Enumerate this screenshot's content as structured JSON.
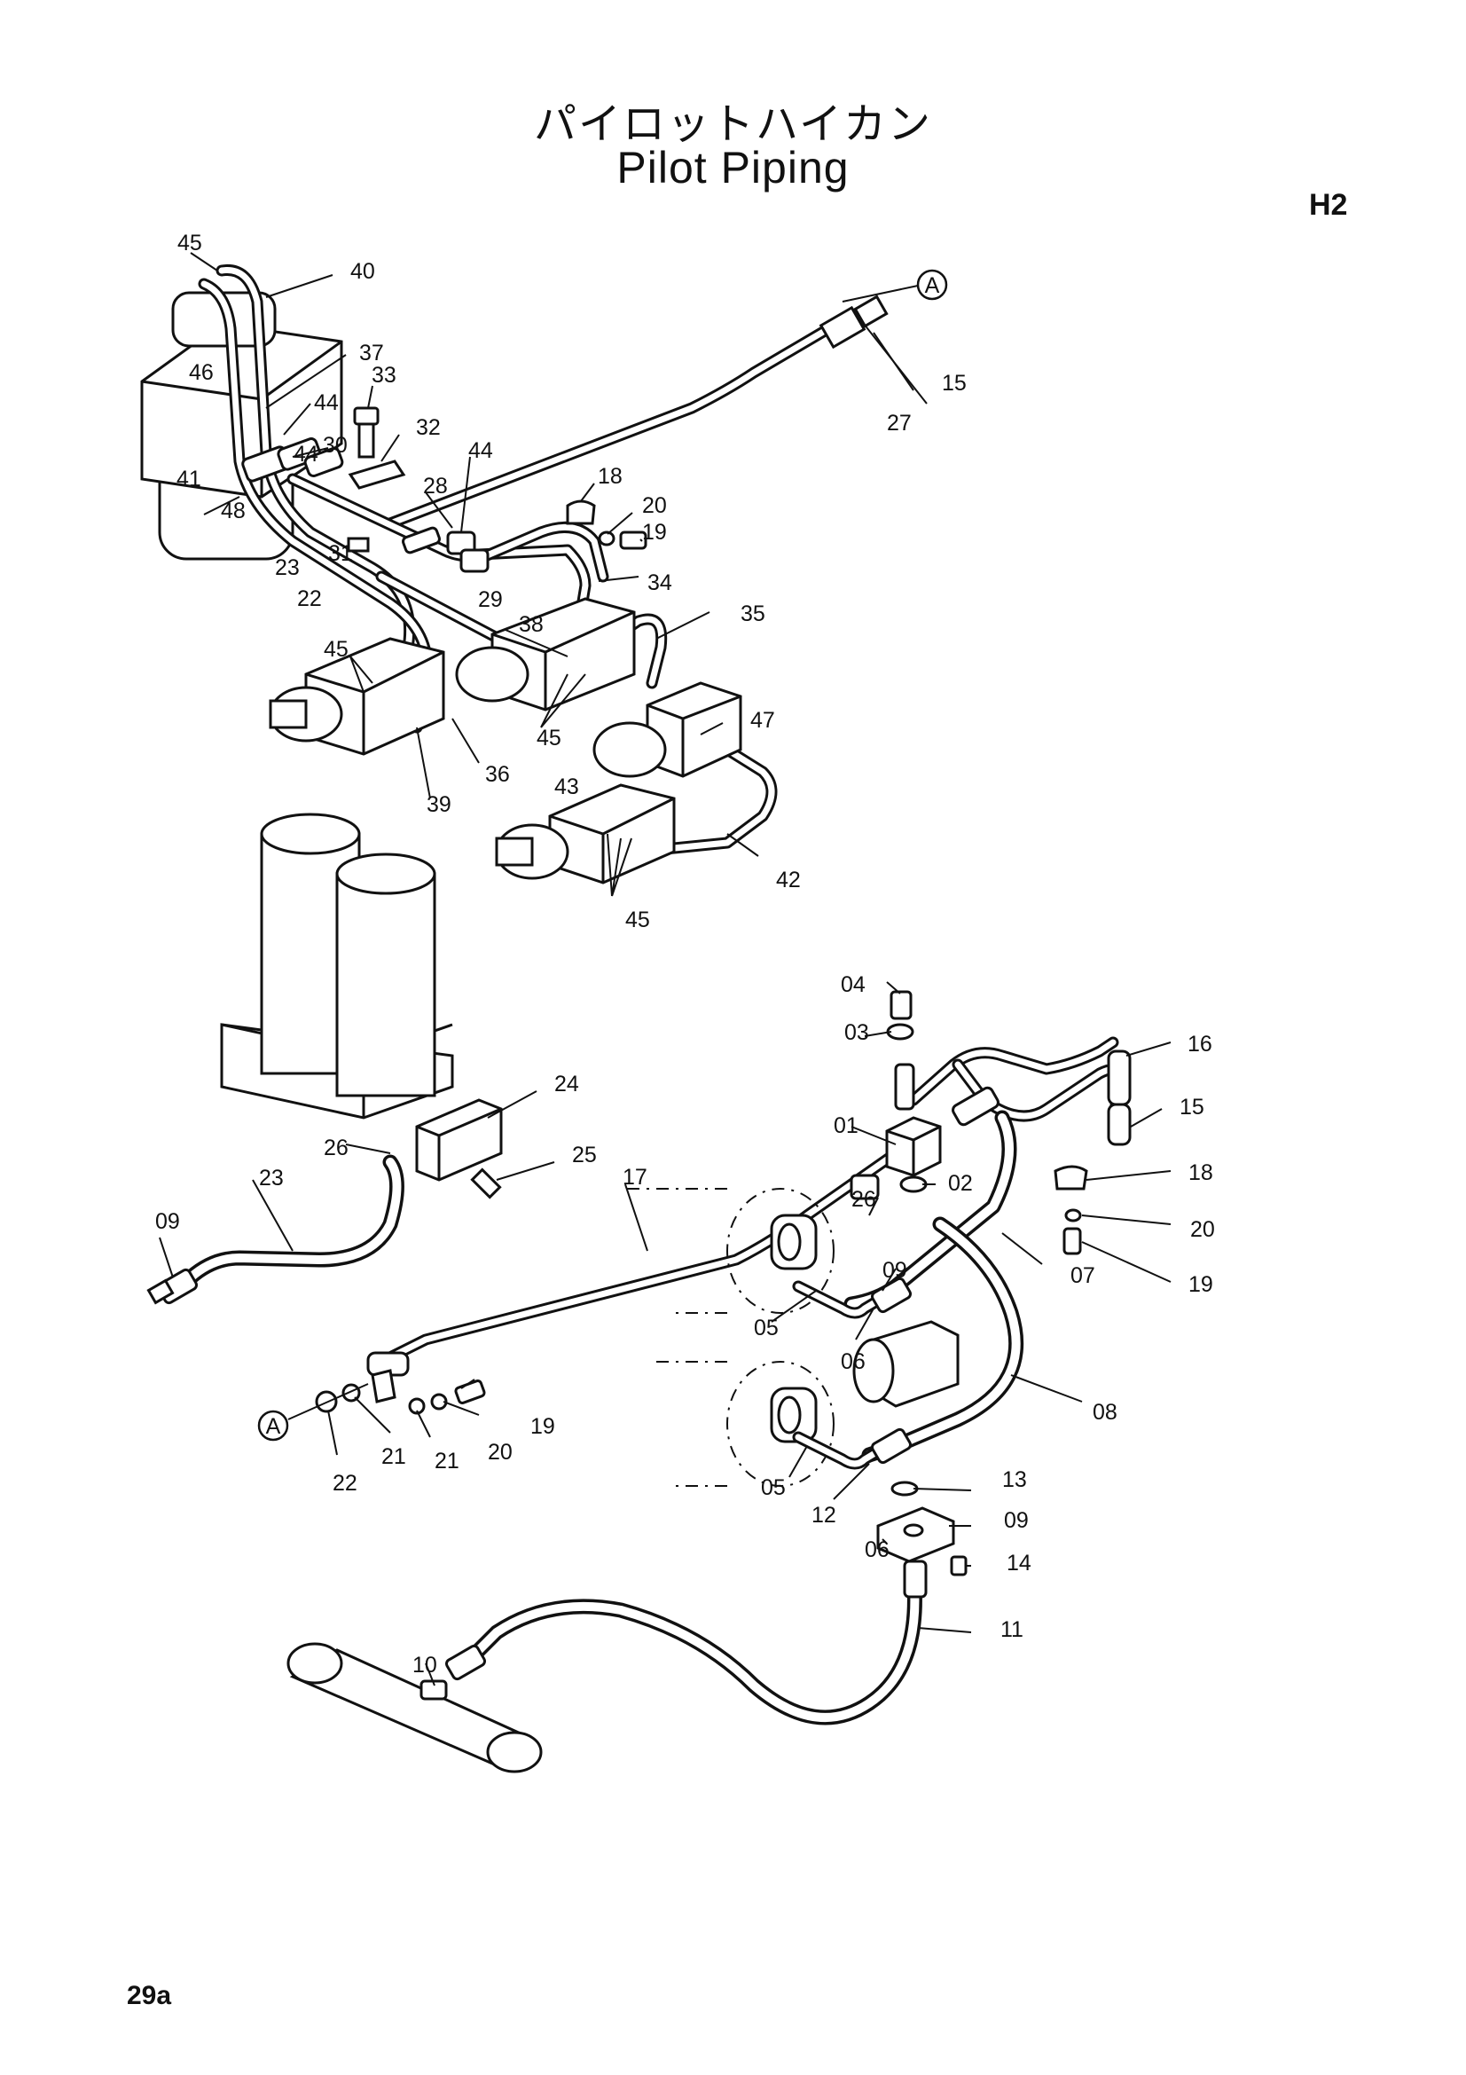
{
  "header": {
    "title_jp": "パイロットハイカン",
    "title_en": "Pilot Piping",
    "code": "H2"
  },
  "footer": {
    "page": "29a"
  },
  "reference_marker": "A",
  "callouts": [
    "45",
    "40",
    "46",
    "37",
    "33",
    "44",
    "32",
    "30",
    "41",
    "44",
    "28",
    "44",
    "48",
    "23",
    "31",
    "22",
    "29",
    "18",
    "20",
    "19",
    "34",
    "38",
    "35",
    "45",
    "45",
    "47",
    "39",
    "36",
    "43",
    "42",
    "45",
    "27",
    "15",
    "04",
    "03",
    "16",
    "15",
    "01",
    "02",
    "18",
    "20",
    "19",
    "07",
    "26",
    "09",
    "05",
    "06",
    "08",
    "24",
    "26",
    "25",
    "23",
    "17",
    "09",
    "22",
    "21",
    "21",
    "20",
    "19",
    "05",
    "13",
    "12",
    "06",
    "09",
    "14",
    "11",
    "10"
  ]
}
